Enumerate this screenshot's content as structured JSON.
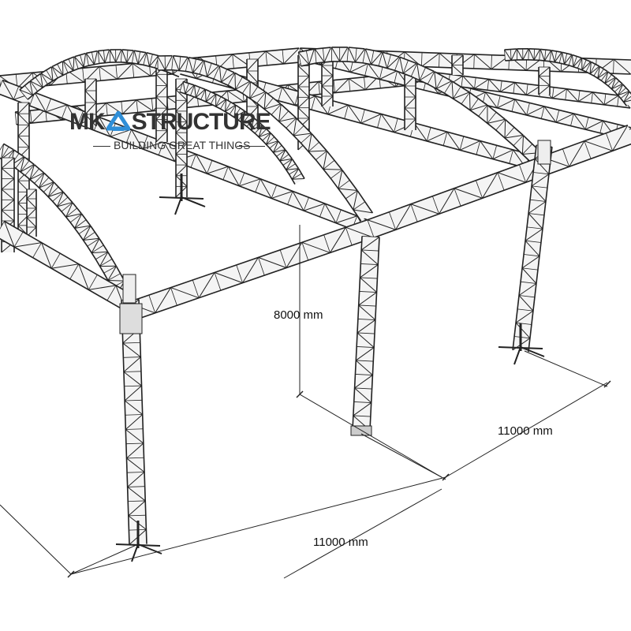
{
  "logo": {
    "brand_left": "MK",
    "brand_right": "STRUCTURE",
    "tagline": "BUILDING GREAT THINGS",
    "accent_color": "#2f8fd8"
  },
  "dimensions": {
    "height": "8000 mm",
    "depth": "11000 mm",
    "width": "11000 mm"
  },
  "colors": {
    "line": "#222222",
    "fill": "#f4f4f4"
  }
}
